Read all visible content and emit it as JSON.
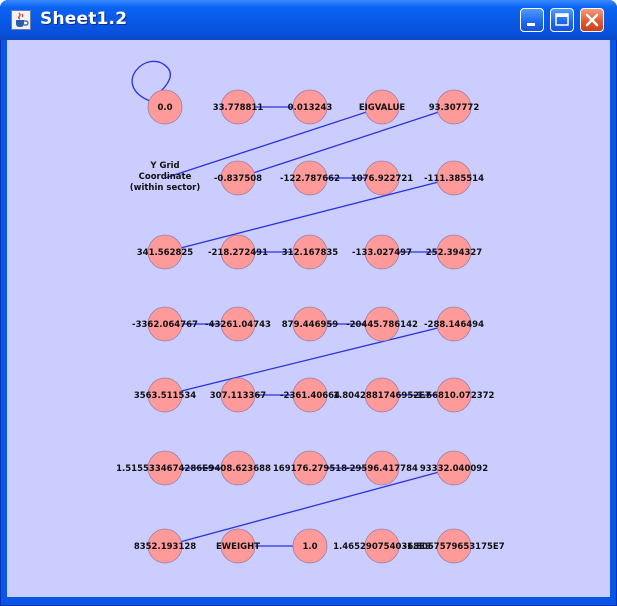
{
  "window": {
    "title": "Sheet1.2",
    "app_icon": "java-cup-icon",
    "controls": [
      "minimize-icon",
      "maximize-icon",
      "close-icon"
    ],
    "colors": {
      "titlebar": "#0858e6",
      "client_bg": "#cccdff",
      "node_fill": "#ff9a9a",
      "edge": "#2b33e0"
    }
  },
  "graph": {
    "nodes": [
      {
        "id": "n0",
        "label": "0.0"
      },
      {
        "id": "n1",
        "label": "33.778811"
      },
      {
        "id": "n2",
        "label": "0.013243"
      },
      {
        "id": "n3",
        "label": "EIGVALUE"
      },
      {
        "id": "n4",
        "label": "93.307772"
      },
      {
        "id": "n5",
        "label": [
          "Y Grid",
          "Coordinate",
          "(within sector)"
        ]
      },
      {
        "id": "n6",
        "label": "-0.837508"
      },
      {
        "id": "n7",
        "label": "-122.787662"
      },
      {
        "id": "n8",
        "label": "1076.922721"
      },
      {
        "id": "n9",
        "label": "-111.385514"
      },
      {
        "id": "n10",
        "label": "341.562825"
      },
      {
        "id": "n11",
        "label": "-218.272491"
      },
      {
        "id": "n12",
        "label": "312.167835"
      },
      {
        "id": "n13",
        "label": "-133.027497"
      },
      {
        "id": "n14",
        "label": "252.394327"
      },
      {
        "id": "n15",
        "label": "-3362.064767"
      },
      {
        "id": "n16",
        "label": "-43261.04743"
      },
      {
        "id": "n17",
        "label": "879.446959"
      },
      {
        "id": "n18",
        "label": "-20445.786142"
      },
      {
        "id": "n19",
        "label": "-288.146494"
      },
      {
        "id": "n20",
        "label": "3563.511534"
      },
      {
        "id": "n21",
        "label": "307.113367"
      },
      {
        "id": "n22",
        "label": "-2361.40664"
      },
      {
        "id": "n23",
        "label": "1.8042881746952E7"
      },
      {
        "id": "n24",
        "label": "-1.66810.072372"
      },
      {
        "id": "n25",
        "label": "1.5155334674286E9"
      },
      {
        "id": "n26",
        "label": "-9408.623688"
      },
      {
        "id": "n27",
        "label": "169176.279518"
      },
      {
        "id": "n28",
        "label": "-29596.417784"
      },
      {
        "id": "n29",
        "label": "93332.040092"
      },
      {
        "id": "n30",
        "label": "8352.193128"
      },
      {
        "id": "n31",
        "label": "EWEIGHT"
      },
      {
        "id": "n32",
        "label": "1.0"
      },
      {
        "id": "n33",
        "label": "1.4652907540368E9"
      },
      {
        "id": "n34",
        "label": "-1.8057579653175E7"
      }
    ],
    "edges": [
      [
        "n0",
        "n0"
      ],
      [
        "n1",
        "n2"
      ],
      [
        "n3",
        "n5"
      ],
      [
        "n4",
        "n6"
      ],
      [
        "n7",
        "n8"
      ],
      [
        "n9",
        "n10"
      ],
      [
        "n11",
        "n12"
      ],
      [
        "n13",
        "n14"
      ],
      [
        "n15",
        "n16"
      ],
      [
        "n17",
        "n18"
      ],
      [
        "n19",
        "n20"
      ],
      [
        "n21",
        "n22"
      ],
      [
        "n23",
        "n24"
      ],
      [
        "n25",
        "n26"
      ],
      [
        "n27",
        "n28"
      ],
      [
        "n29",
        "n30"
      ],
      [
        "n31",
        "n32"
      ]
    ]
  }
}
